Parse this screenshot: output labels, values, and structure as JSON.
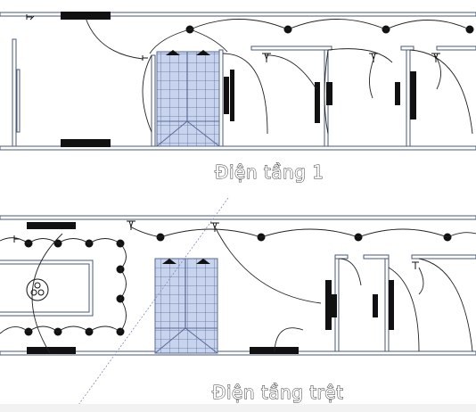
{
  "floors": [
    {
      "id": "tang-1",
      "caption": "Điện tầng 1"
    },
    {
      "id": "tang-tret",
      "caption": "Điện tầng trệt"
    }
  ],
  "colors": {
    "wall": "#4a5a78",
    "wall_fill": "#ffffff",
    "stair_fill": "#c8d4ee",
    "stair_line": "#5a6a96",
    "switch_block": "#111111",
    "wire": "#222222",
    "light": "#111111"
  },
  "icons": [
    "ceiling-light-icon",
    "wall-switch-icon",
    "ceiling-fan-icon",
    "socket-block-icon"
  ]
}
